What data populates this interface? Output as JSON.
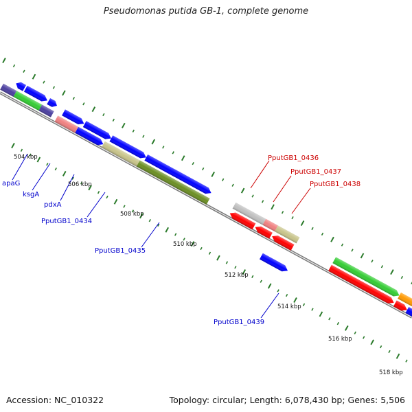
{
  "title": "Pseudomonas putida GB-1, complete genome",
  "footer": {
    "accession": "Accession: NC_010322",
    "summary": "Topology: circular; Length: 6,078,430 bp; Genes: 5,506"
  },
  "colors": {
    "blue": "#0000ff",
    "red": "#ff0000",
    "green": "#33cc33",
    "olive": "#6b8e23",
    "khaki": "#c8c48a",
    "pink": "#f08080",
    "gray": "#c0c0c0",
    "purple": "#4b3fa0",
    "orange": "#ff9900",
    "label_blue": "#0000cc",
    "label_red": "#cc0000",
    "tick": "#2a7a2a",
    "backbone": "#888888"
  },
  "scale_ticks": [
    "504 kbp",
    "506 kbp",
    "508 kbp",
    "510 kbp",
    "512 kbp",
    "514 kbp",
    "516 kbp",
    "518 kbp"
  ],
  "gene_labels": [
    {
      "text": "apaG",
      "color": "blue"
    },
    {
      "text": "ksgA",
      "color": "blue"
    },
    {
      "text": "pdxA",
      "color": "blue"
    },
    {
      "text": "PputGB1_0434",
      "color": "blue"
    },
    {
      "text": "PputGB1_0435",
      "color": "blue"
    },
    {
      "text": "PputGB1_0436",
      "color": "red"
    },
    {
      "text": "PputGB1_0437",
      "color": "red"
    },
    {
      "text": "PputGB1_0438",
      "color": "red"
    },
    {
      "text": "PputGB1_0439",
      "color": "blue"
    }
  ]
}
